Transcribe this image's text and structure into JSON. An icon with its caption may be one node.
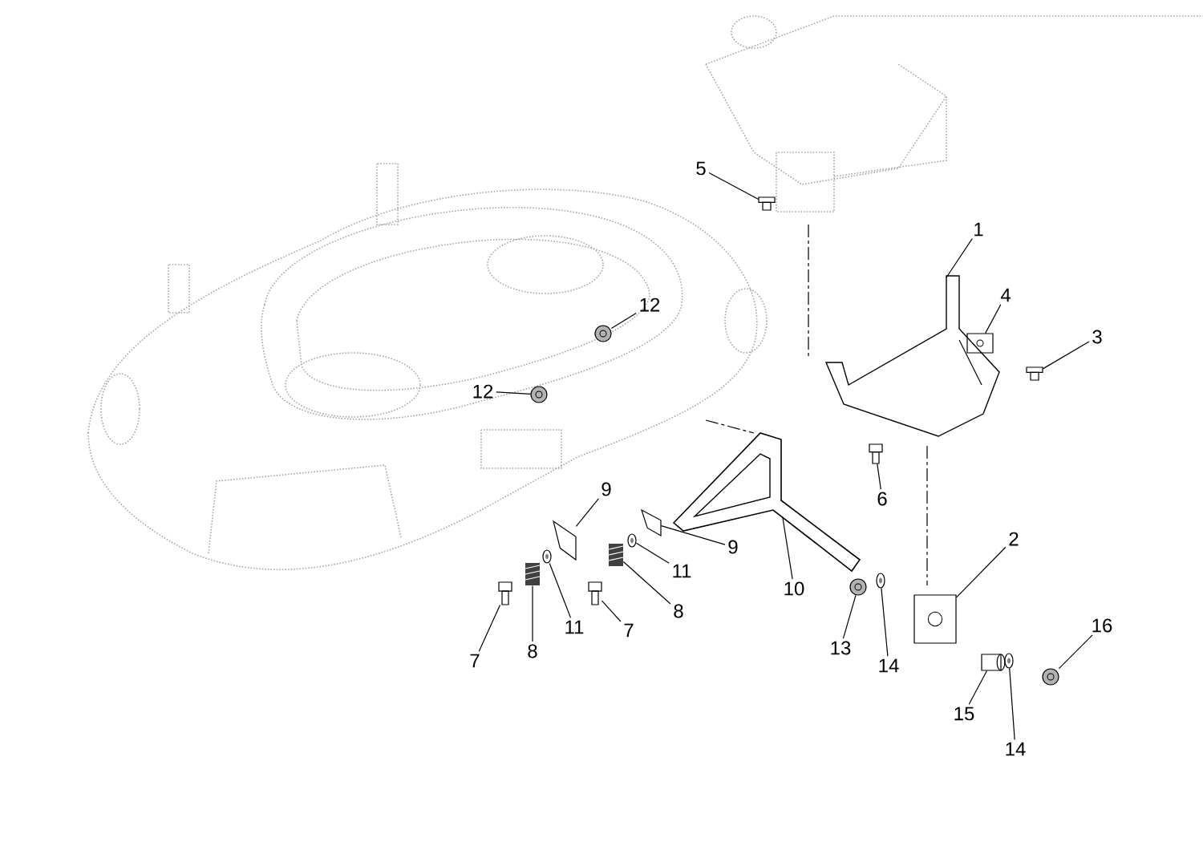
{
  "diagram": {
    "nodes": [
      {
        "text": [
          "5"
        ]
      },
      {
        "text": [
          "1"
        ]
      },
      {
        "text": [
          "4"
        ]
      },
      {
        "text": [
          "12"
        ]
      },
      {
        "text": [
          "3"
        ]
      },
      {
        "text": [
          "12"
        ]
      },
      {
        "text": [
          "9"
        ]
      },
      {
        "text": [
          "6"
        ]
      },
      {
        "text": [
          "9"
        ]
      },
      {
        "text": [
          "11"
        ]
      },
      {
        "text": [
          "10"
        ]
      },
      {
        "text": [
          "2"
        ]
      },
      {
        "text": [
          "8"
        ]
      },
      {
        "text": [
          "11"
        ]
      },
      {
        "text": [
          "7"
        ]
      },
      {
        "text": [
          "16"
        ]
      },
      {
        "text": [
          "13"
        ]
      },
      {
        "text": [
          "8"
        ]
      },
      {
        "text": [
          "7"
        ]
      },
      {
        "text": [
          "14"
        ]
      },
      {
        "text": [
          "15"
        ]
      },
      {
        "text": [
          "14"
        ]
      },
      {
        "text": [],
        "shape": "bolt"
      },
      {
        "text": [],
        "shape": "bracket"
      },
      {
        "text": [],
        "shape": "block",
        "in": 23
      },
      {
        "text": [],
        "shape": "nut"
      },
      {
        "text": [],
        "shape": "bolt"
      },
      {
        "text": [],
        "shape": "nut"
      },
      {
        "text": [],
        "shape": "clip"
      },
      {
        "text": [],
        "shape": "bolt"
      },
      {
        "text": [],
        "shape": "clip"
      },
      {
        "text": [],
        "shape": "washer"
      },
      {
        "text": [],
        "shape": "handle"
      },
      {
        "text": [],
        "shape": "block"
      },
      {
        "text": [],
        "shape": "spring"
      },
      {
        "text": [],
        "shape": "washer"
      },
      {
        "text": [],
        "shape": "bolt"
      },
      {
        "text": [],
        "shape": "nut"
      },
      {
        "text": [],
        "shape": "nut"
      },
      {
        "text": [],
        "shape": "spring"
      },
      {
        "text": [],
        "shape": "bolt"
      },
      {
        "text": [],
        "shape": "washer"
      },
      {
        "text": [],
        "shape": "bushing"
      },
      {
        "text": [],
        "shape": "washer"
      }
    ],
    "edges": [
      {
        "from": 0,
        "to": 22,
        "arrow": "none"
      },
      {
        "from": 1,
        "to": 23,
        "arrow": "none"
      },
      {
        "from": 2,
        "to": 24,
        "arrow": "none"
      },
      {
        "from": 3,
        "to": 25,
        "arrow": "none"
      },
      {
        "from": 4,
        "to": 26,
        "arrow": "none"
      },
      {
        "from": 5,
        "to": 27,
        "arrow": "none"
      },
      {
        "from": 6,
        "to": 28,
        "arrow": "none"
      },
      {
        "from": 7,
        "to": 29,
        "arrow": "none"
      },
      {
        "from": 8,
        "to": 30,
        "arrow": "none"
      },
      {
        "from": 9,
        "to": 31,
        "arrow": "none"
      },
      {
        "from": 10,
        "to": 32,
        "arrow": "none"
      },
      {
        "from": 11,
        "to": 33,
        "arrow": "none"
      },
      {
        "from": 12,
        "to": 34,
        "arrow": "none"
      },
      {
        "from": 13,
        "to": 35,
        "arrow": "none"
      },
      {
        "from": 14,
        "to": 36,
        "arrow": "none"
      },
      {
        "from": 15,
        "to": 37,
        "arrow": "none"
      },
      {
        "from": 16,
        "to": 38,
        "arrow": "none"
      },
      {
        "from": 17,
        "to": 39,
        "arrow": "none"
      },
      {
        "from": 18,
        "to": 40,
        "arrow": "none"
      },
      {
        "from": 19,
        "to": 41,
        "arrow": "none"
      },
      {
        "from": 20,
        "to": 42,
        "arrow": "none"
      },
      {
        "from": 21,
        "to": 43,
        "arrow": "none"
      }
    ]
  }
}
